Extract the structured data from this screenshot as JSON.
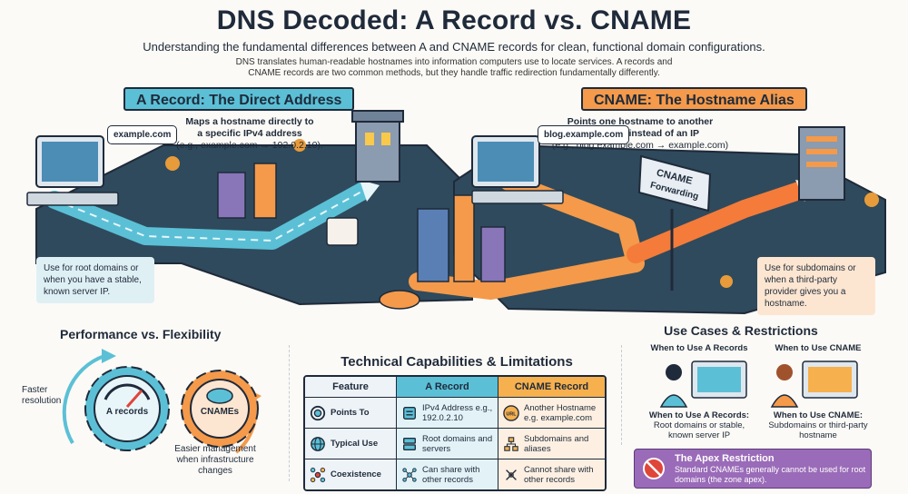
{
  "header": {
    "title": "DNS Decoded: A Record vs. CNAME",
    "subtitle": "Understanding the fundamental differences between A and CNAME records for clean, functional domain configurations.",
    "intro": "DNS translates human-readable hostnames into information computers use to locate services. A records and CNAME records are two common methods, but they handle traffic redirection fundamentally differently."
  },
  "a_record": {
    "banner": "A Record: The Direct Address",
    "bubble": "example.com",
    "desc_line1": "Maps a hostname directly to",
    "desc_line2": "a specific IPv4 address",
    "desc_line3": "(e.g., example.com → 192.0.2.10).",
    "note": "Use for root domains or when you have a stable, known server IP."
  },
  "cname": {
    "banner": "CNAME: The Hostname Alias",
    "bubble": "blog.example.com",
    "desc_line1": "Points one hostname to another",
    "desc_line2": "hostname instead of an IP",
    "desc_line3": "(e.g., blog.example.com → example.com)",
    "sign_line1": "CNAME",
    "sign_line2": "Forwarding",
    "note": "Use for subdomains or when a third-party provider gives you a hostname."
  },
  "performance": {
    "title": "Performance vs. Flexibility",
    "faster": "Faster resolution",
    "easier": "Easier management when infrastructure changes",
    "gear_a": "A records",
    "gear_c": "CNAMEs"
  },
  "technical": {
    "title": "Technical Capabilities & Limitations",
    "headers": [
      "Feature",
      "A Record",
      "CNAME Record"
    ],
    "rows": [
      {
        "feature": "Points To",
        "a": "IPv4 Address e.g., 192.0.2.10",
        "c": "Another Hostname e.g. example.com",
        "c_icon_label": "URL"
      },
      {
        "feature": "Typical Use",
        "a": "Root domains and servers",
        "c": "Subdomains and aliases"
      },
      {
        "feature": "Coexistence",
        "a": "Can share with other records",
        "c": "Cannot share with other records"
      }
    ]
  },
  "use_cases": {
    "title": "Use Cases & Restrictions",
    "a_head": "When to Use A Records",
    "c_head": "When to Use CNAME",
    "a_text_title": "When to Use A Records:",
    "a_text": "Root domains or stable, known server IP",
    "c_text_title": "When to Use CNAME:",
    "c_text": "Subdomains or third-party hostname",
    "apex_title": "The Apex Restriction",
    "apex_text": "Standard CNAMEs generally cannot be used for root domains (the zone apex)."
  },
  "colors": {
    "a_accent": "#5bc0d6",
    "c_accent": "#f49a4a",
    "apex": "#9a6bb8"
  }
}
